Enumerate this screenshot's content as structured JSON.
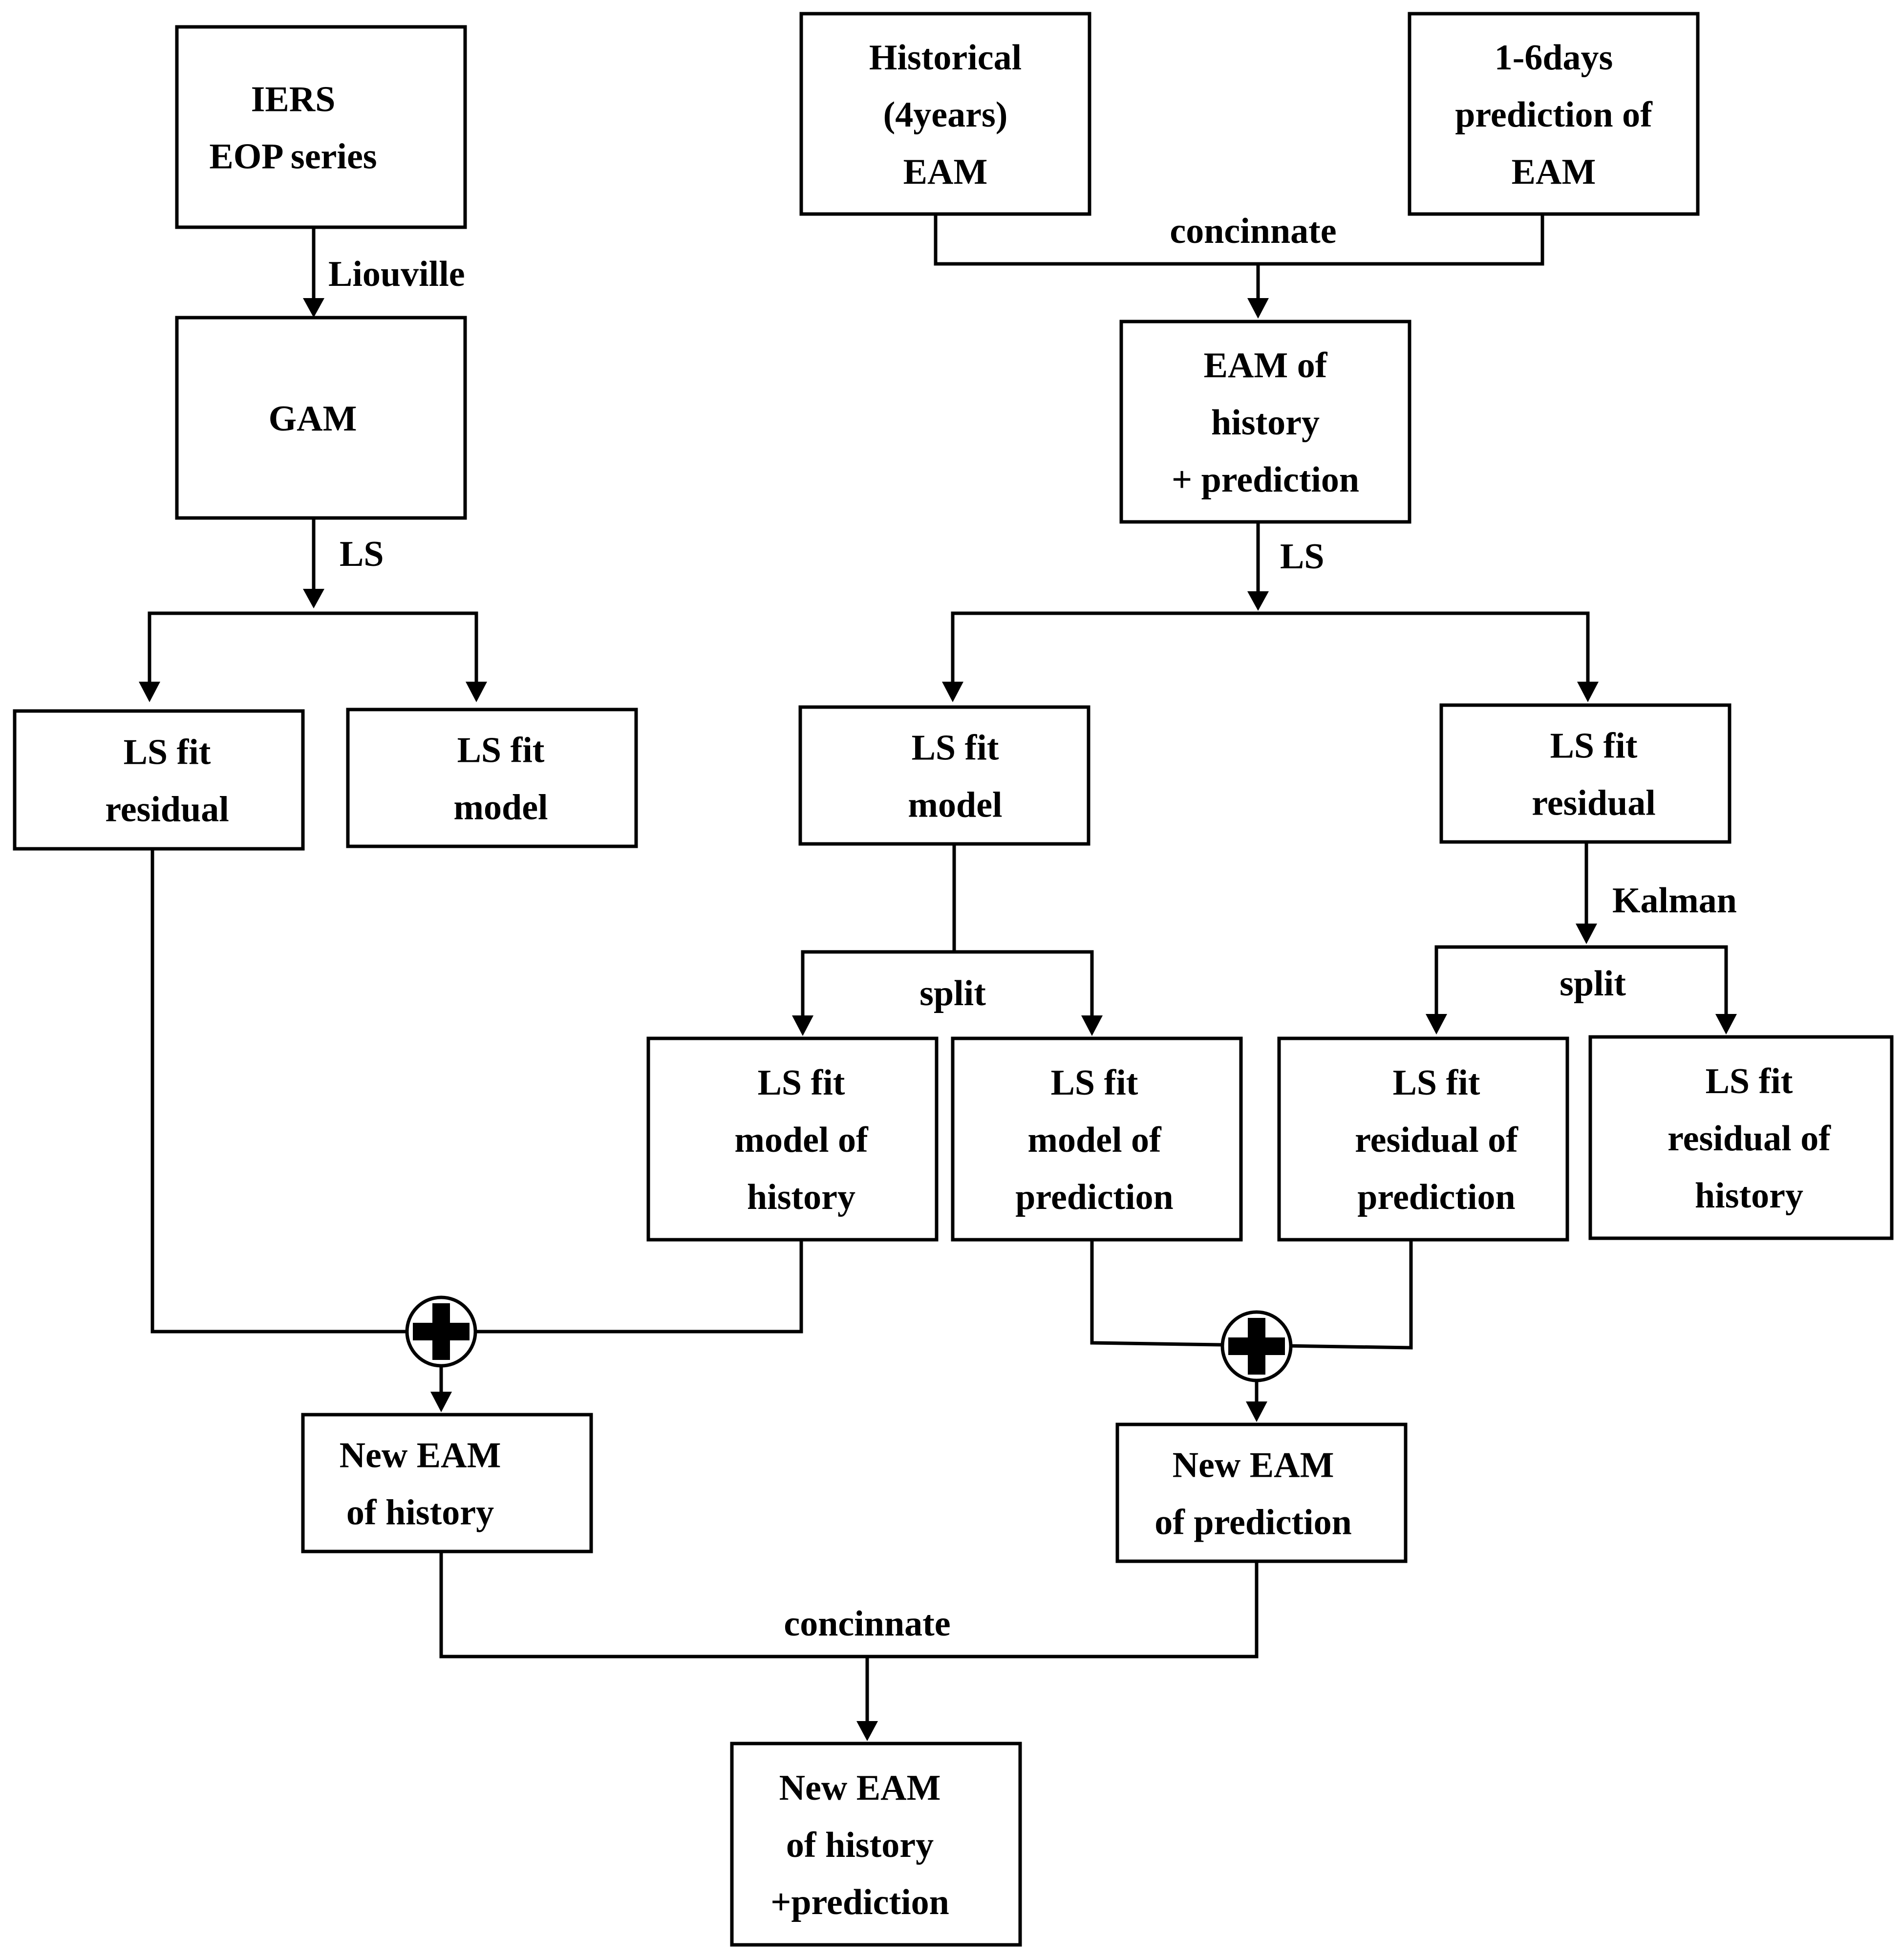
{
  "diagram": {
    "nodes": {
      "iers": {
        "lines": [
          "IERS",
          "EOP series"
        ]
      },
      "gam": {
        "lines": [
          "GAM"
        ]
      },
      "ls_residual_left": {
        "lines": [
          "LS fit",
          "residual"
        ]
      },
      "ls_model_left": {
        "lines": [
          "LS fit",
          "model"
        ]
      },
      "historical": {
        "lines": [
          "Historical",
          "(4years)",
          "EAM"
        ]
      },
      "prediction_input": {
        "lines": [
          "1-6days",
          "prediction of",
          "EAM"
        ]
      },
      "eam_combined": {
        "lines": [
          "EAM of",
          "history",
          "+ prediction"
        ]
      },
      "ls_model_right": {
        "lines": [
          "LS fit",
          "model"
        ]
      },
      "ls_residual_right": {
        "lines": [
          "LS fit",
          "residual"
        ]
      },
      "ls_model_history": {
        "lines": [
          "LS fit",
          "model of",
          "history"
        ]
      },
      "ls_model_prediction": {
        "lines": [
          "LS fit",
          "model of",
          "prediction"
        ]
      },
      "ls_residual_prediction": {
        "lines": [
          "LS fit",
          "residual of",
          "prediction"
        ]
      },
      "ls_residual_history": {
        "lines": [
          "LS fit",
          "residual of",
          "history"
        ]
      },
      "new_eam_history": {
        "lines": [
          "New EAM",
          "of history"
        ]
      },
      "new_eam_prediction": {
        "lines": [
          "New EAM",
          "of prediction"
        ]
      },
      "new_eam_final": {
        "lines": [
          "New EAM",
          "of history",
          "+prediction"
        ]
      }
    },
    "edge_labels": {
      "liouville": "Liouville",
      "ls_left": "LS",
      "concinnate_top": "concinnate",
      "ls_right": "LS",
      "kalman": "Kalman",
      "split_model": "split",
      "split_residual": "split",
      "concinnate_bottom": "concinnate"
    }
  }
}
